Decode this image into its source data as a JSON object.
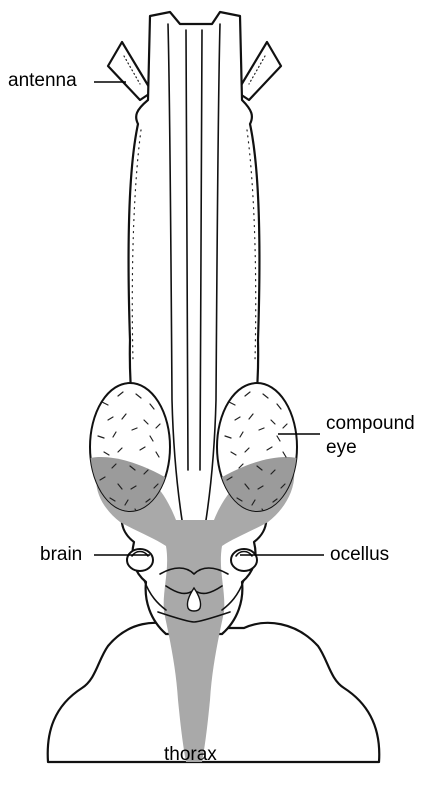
{
  "labels": {
    "antenna": "antenna",
    "compound_eye_line1": "compound",
    "compound_eye_line2": "eye",
    "brain": "brain",
    "ocellus": "ocellus",
    "thorax": "thorax"
  },
  "colors": {
    "outline": "#111111",
    "brain_shading": "#a9a9a9",
    "background": "#ffffff"
  }
}
